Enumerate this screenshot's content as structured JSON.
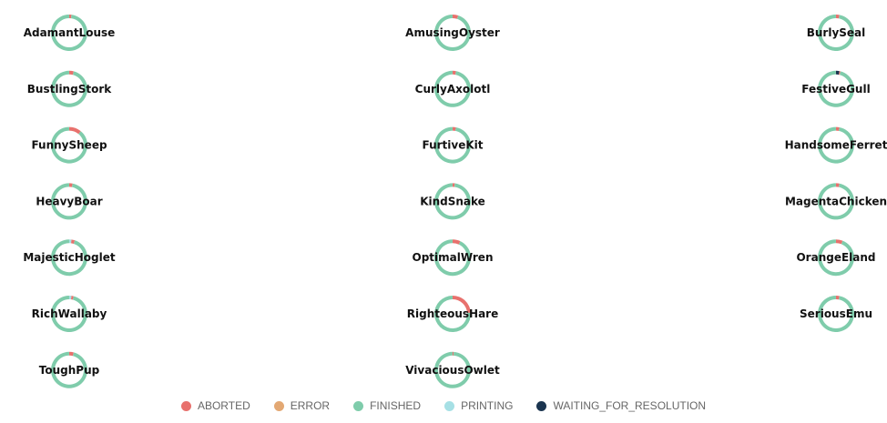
{
  "chart_data": {
    "type": "donut-grid",
    "statuses": [
      {
        "key": "ABORTED",
        "color": "#e8716d"
      },
      {
        "key": "ERROR",
        "color": "#e3a873"
      },
      {
        "key": "FINISHED",
        "color": "#7fccab"
      },
      {
        "key": "PRINTING",
        "color": "#a6e0e5"
      },
      {
        "key": "WAITING_FOR_RESOLUTION",
        "color": "#1b3550"
      }
    ],
    "printers": [
      {
        "name": "AdamantLouse",
        "values": {
          "ABORTED": 2,
          "FINISHED": 98
        }
      },
      {
        "name": "AmusingOyster",
        "values": {
          "ABORTED": 5,
          "FINISHED": 95
        }
      },
      {
        "name": "BurlySeal",
        "values": {
          "ABORTED": 3,
          "FINISHED": 97
        }
      },
      {
        "name": "BustlingStork",
        "values": {
          "ABORTED": 4,
          "FINISHED": 96
        }
      },
      {
        "name": "CurlyAxolotl",
        "values": {
          "ABORTED": 3,
          "FINISHED": 97
        }
      },
      {
        "name": "FestiveGull",
        "values": {
          "WAITING_FOR_RESOLUTION": 3,
          "ABORTED": 1,
          "FINISHED": 96
        }
      },
      {
        "name": "FunnySheep",
        "values": {
          "ABORTED": 11,
          "FINISHED": 89
        }
      },
      {
        "name": "FurtiveKit",
        "values": {
          "ABORTED": 3,
          "FINISHED": 97
        }
      },
      {
        "name": "HandsomeFerret",
        "values": {
          "ABORTED": 3,
          "FINISHED": 97
        }
      },
      {
        "name": "HeavyBoar",
        "values": {
          "ABORTED": 3,
          "FINISHED": 97
        }
      },
      {
        "name": "KindSnake",
        "values": {
          "ABORTED": 2,
          "FINISHED": 98
        }
      },
      {
        "name": "MagentaChicken",
        "values": {
          "ABORTED": 3,
          "FINISHED": 97
        }
      },
      {
        "name": "MajesticHoglet",
        "values": {
          "ABORTED": 3,
          "PRINTING": 2,
          "FINISHED": 95
        }
      },
      {
        "name": "OptimalWren",
        "values": {
          "ABORTED": 7,
          "FINISHED": 93
        }
      },
      {
        "name": "OrangeEland",
        "values": {
          "ABORTED": 6,
          "FINISHED": 94
        }
      },
      {
        "name": "RichWallaby",
        "values": {
          "ABORTED": 2,
          "PRINTING": 2,
          "FINISHED": 96
        }
      },
      {
        "name": "RighteousHare",
        "values": {
          "ABORTED": 24,
          "FINISHED": 76
        }
      },
      {
        "name": "SeriousEmu",
        "values": {
          "ABORTED": 3,
          "FINISHED": 97
        }
      },
      {
        "name": "ToughPup",
        "values": {
          "ABORTED": 4,
          "FINISHED": 96
        }
      },
      {
        "name": "VivaciousOwlet",
        "values": {
          "ABORTED": 1,
          "FINISHED": 99
        }
      }
    ]
  },
  "legend": {
    "items": [
      "ABORTED",
      "ERROR",
      "FINISHED",
      "PRINTING",
      "WAITING_FOR_RESOLUTION"
    ]
  }
}
